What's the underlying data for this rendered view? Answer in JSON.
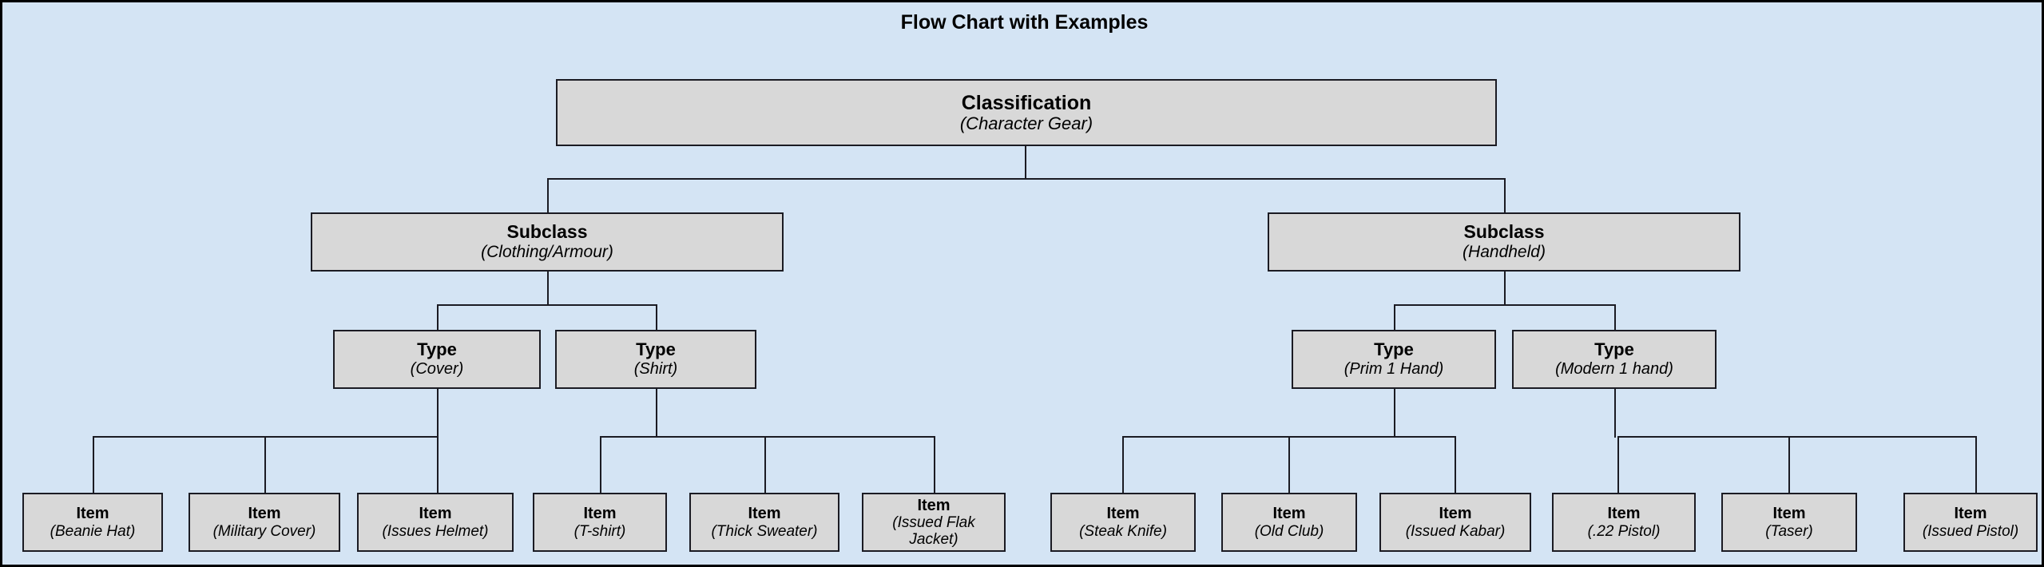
{
  "title": "Flow Chart with Examples",
  "colors": {
    "canvas_background": "#d4e4f4",
    "node_fill": "#d8d8d8",
    "node_border": "#1b1b23",
    "text": "#000000"
  },
  "chart_data": {
    "type": "diagram",
    "title": "Flow Chart with Examples",
    "layout": "top-down orthogonal tree",
    "levels": [
      "Classification",
      "Subclass",
      "Type",
      "Item"
    ],
    "nodes": {
      "root": {
        "label": "Classification",
        "detail": "(Character Gear)"
      },
      "subclasses": [
        {
          "label": "Subclass",
          "detail": "(Clothing/Armour)"
        },
        {
          "label": "Subclass",
          "detail": "(Handheld)"
        }
      ],
      "types": [
        {
          "label": "Type",
          "detail": "(Cover)"
        },
        {
          "label": "Type",
          "detail": "(Shirt)"
        },
        {
          "label": "Type",
          "detail": "(Prim 1 Hand)"
        },
        {
          "label": "Type",
          "detail": "(Modern 1 hand)"
        }
      ],
      "items": [
        {
          "label": "Item",
          "detail": "(Beanie Hat)"
        },
        {
          "label": "Item",
          "detail": "(Military Cover)"
        },
        {
          "label": "Item",
          "detail": "(Issues Helmet)"
        },
        {
          "label": "Item",
          "detail": "(T-shirt)"
        },
        {
          "label": "Item",
          "detail": "(Thick Sweater)"
        },
        {
          "label": "Item",
          "detail": "(Issued Flak Jacket)"
        },
        {
          "label": "Item",
          "detail": "(Steak Knife)"
        },
        {
          "label": "Item",
          "detail": "(Old Club)"
        },
        {
          "label": "Item",
          "detail": "(Issued Kabar)"
        },
        {
          "label": "Item",
          "detail": "(.22 Pistol)"
        },
        {
          "label": "Item",
          "detail": "(Taser)"
        },
        {
          "label": "Item",
          "detail": "(Issued Pistol)"
        }
      ]
    },
    "edges": [
      {
        "from": "Classification (Character Gear)",
        "to": "Subclass (Clothing/Armour)"
      },
      {
        "from": "Classification (Character Gear)",
        "to": "Subclass (Handheld)"
      },
      {
        "from": "Subclass (Clothing/Armour)",
        "to": "Type (Cover)"
      },
      {
        "from": "Subclass (Clothing/Armour)",
        "to": "Type (Shirt)"
      },
      {
        "from": "Subclass (Handheld)",
        "to": "Type (Prim 1 Hand)"
      },
      {
        "from": "Subclass (Handheld)",
        "to": "Type (Modern 1 hand)"
      },
      {
        "from": "Type (Cover)",
        "to": "Item (Beanie Hat)"
      },
      {
        "from": "Type (Cover)",
        "to": "Item (Military Cover)"
      },
      {
        "from": "Type (Cover)",
        "to": "Item (Issues Helmet)"
      },
      {
        "from": "Type (Shirt)",
        "to": "Item (T-shirt)"
      },
      {
        "from": "Type (Shirt)",
        "to": "Item (Thick Sweater)"
      },
      {
        "from": "Type (Shirt)",
        "to": "Item (Issued Flak Jacket)"
      },
      {
        "from": "Type (Prim 1 Hand)",
        "to": "Item (Steak Knife)"
      },
      {
        "from": "Type (Prim 1 Hand)",
        "to": "Item (Old Club)"
      },
      {
        "from": "Type (Prim 1 Hand)",
        "to": "Item (Issued Kabar)"
      },
      {
        "from": "Type (Modern 1 hand)",
        "to": "Item (.22 Pistol)"
      },
      {
        "from": "Type (Modern 1 hand)",
        "to": "Item (Taser)"
      },
      {
        "from": "Type (Modern 1 hand)",
        "to": "Item (Issued Pistol)"
      }
    ]
  }
}
